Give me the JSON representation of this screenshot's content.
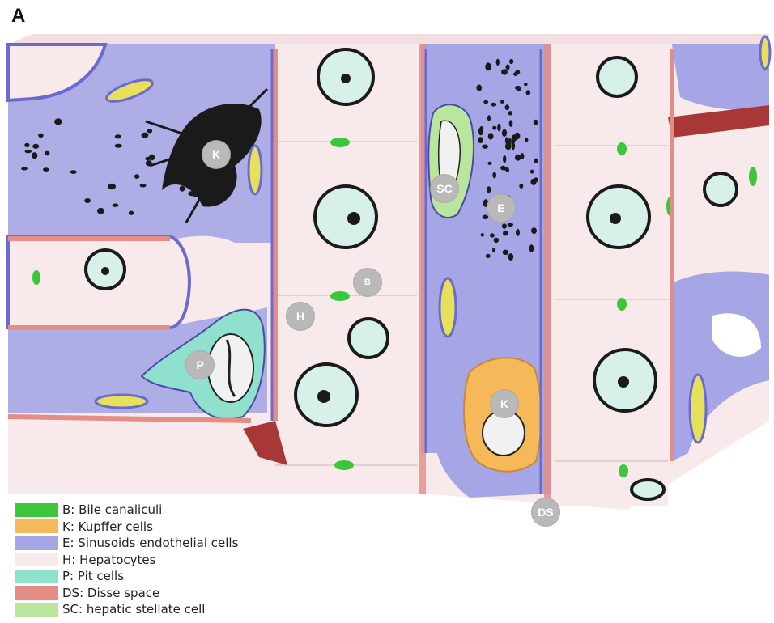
{
  "panel_label": "A",
  "colors": {
    "bile_canaliculi": "#3cc63c",
    "kupffer": "#f5b95a",
    "sinusoid": "#a6a6e6",
    "hepatocyte": "#f8e9ea",
    "pit": "#8fe0cc",
    "disse": "#e48c86",
    "stellate": "#b9e69c"
  },
  "labels": {
    "k_top": "K",
    "sc": "SC",
    "e": "E",
    "b": "B",
    "h": "H",
    "p": "P",
    "k_bottom": "K",
    "ds": "DS"
  },
  "legend": [
    {
      "text": "B: Bile canaliculi",
      "color": "#3cc63c"
    },
    {
      "text": "K: Kupffer cells",
      "color": "#f5b95a"
    },
    {
      "text": "E: Sinusoids endothelial cells",
      "color": "#a6a6e6"
    },
    {
      "text": "H: Hepatocytes",
      "color": "#f8e9ea"
    },
    {
      "text": "P: Pit cells",
      "color": "#8fe0cc"
    },
    {
      "text": "DS: Disse space",
      "color": "#e48c86"
    },
    {
      "text": "SC: hepatic stellate cell",
      "color": "#b9e69c"
    }
  ]
}
